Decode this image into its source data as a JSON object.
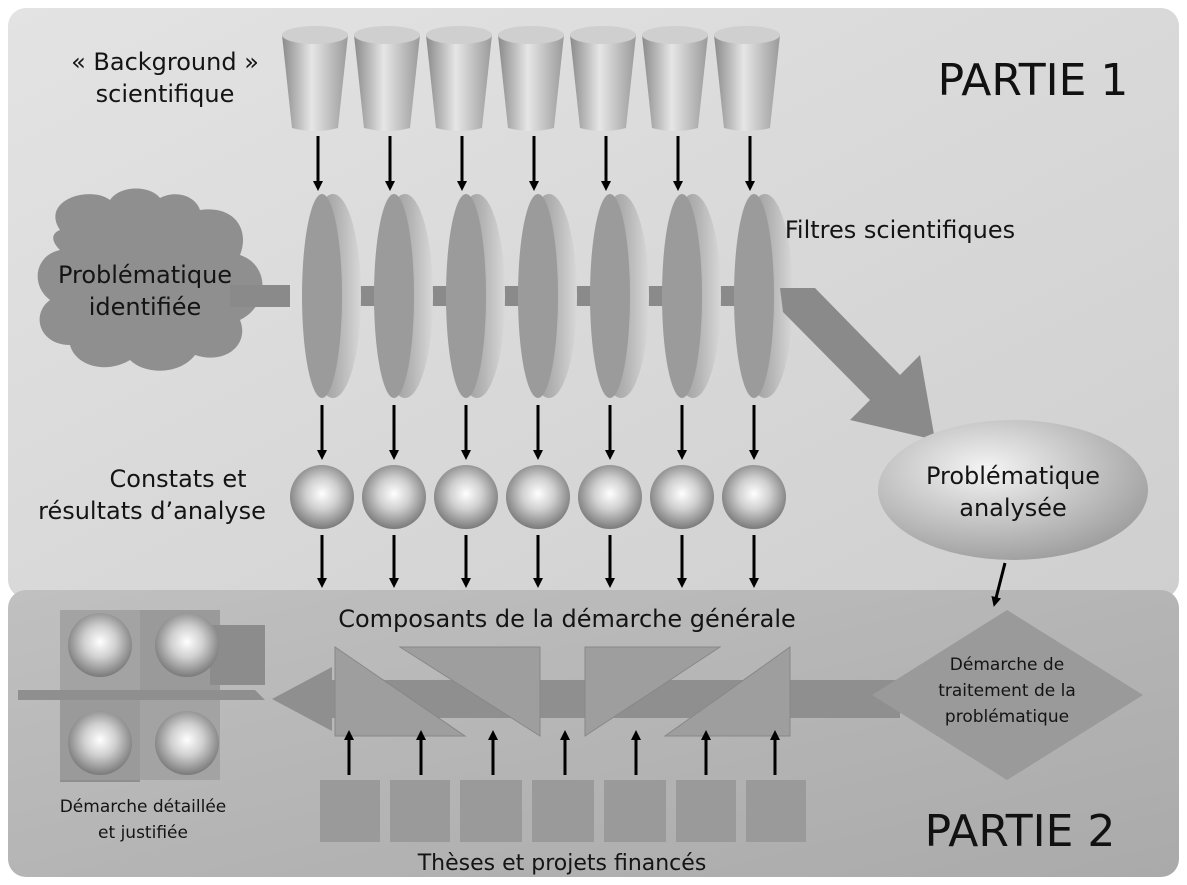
{
  "part1": {
    "title": "PARTIE 1",
    "background_label_1": "« Background »",
    "background_label_2": "scientifique",
    "filters_label": "Filtres scientifiques",
    "problem_identified_1": "Problématique",
    "problem_identified_2": "identifiée",
    "findings_label_1": "Constats et",
    "findings_label_2": "résultats d’analyse",
    "problem_analyzed_1": "Problématique",
    "problem_analyzed_2": "analysée"
  },
  "part2": {
    "title": "PARTIE 2",
    "components_label": "Composants de la démarche générale",
    "treatment_1": "Démarche de",
    "treatment_2": "traitement de la",
    "treatment_3": "problématique",
    "detailed_1": "Démarche détaillée",
    "detailed_2": "et justifiée",
    "theses_label": "Thèses et projets financés"
  },
  "colors": {
    "panel_top": "#d9d9d9",
    "panel_bottom": "#b5b5b5",
    "shape_gray": "#9a9a9a",
    "arrow_black": "#000000"
  }
}
